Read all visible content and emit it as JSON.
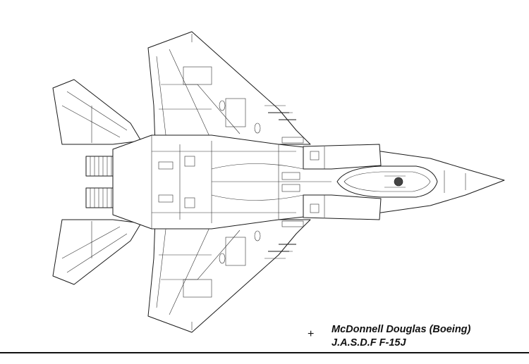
{
  "caption": {
    "manufacturer": "McDonnell Douglas (Boeing)",
    "model": "J.A.S.D.F F-15J",
    "marker": "+"
  },
  "drawing": {
    "subject": "aircraft-planform",
    "line_color": "#1a1a1a",
    "background": "#ffffff"
  }
}
